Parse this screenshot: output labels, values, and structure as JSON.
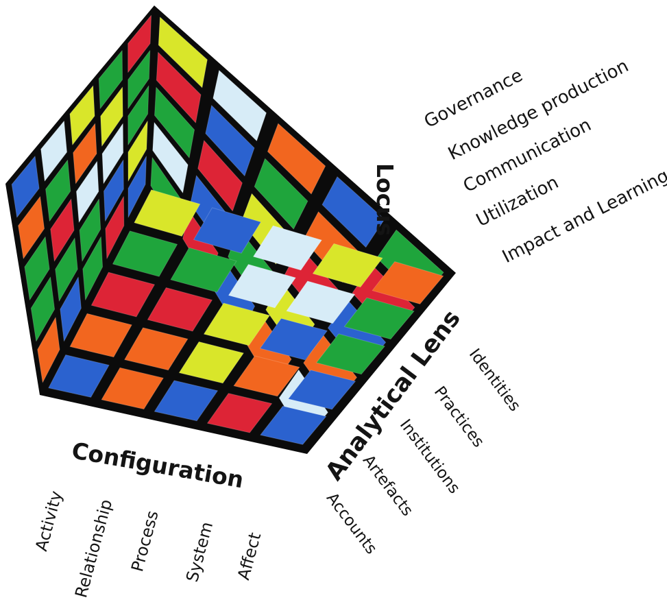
{
  "locus": {
    "heading": "Locus",
    "items": [
      "Governance",
      "Knowledge production",
      "Communication",
      "Utilization",
      "Impact and Learning"
    ]
  },
  "analytical_lens": {
    "heading": "Analytical Lens",
    "items": [
      "Identities",
      "Practices",
      "Institutions",
      "Artefacts",
      "Accounts"
    ]
  },
  "configuration": {
    "heading": "Configuration",
    "items": [
      "Activity",
      "Relationship",
      "Process",
      "System",
      "Affect"
    ]
  },
  "cube": {
    "faces": {
      "left": [
        [
          "red",
          "green",
          "green",
          "yellow",
          "blue"
        ],
        [
          "green",
          "yellow",
          "white",
          "blue",
          "red"
        ],
        [
          "yellow",
          "orange",
          "white",
          "green",
          "green"
        ],
        [
          "white",
          "green",
          "red",
          "green",
          "blue"
        ],
        [
          "blue",
          "orange",
          "green",
          "green",
          "orange"
        ]
      ],
      "top": [
        [
          "yellow",
          "white",
          "orange",
          "blue",
          "green"
        ],
        [
          "red",
          "blue",
          "green",
          "orange",
          "red"
        ],
        [
          "green",
          "red",
          "yellow",
          "red",
          "blue"
        ],
        [
          "white",
          "blue",
          "green",
          "yellow",
          "orange"
        ],
        [
          "green",
          "red",
          "blue",
          "orange",
          "white"
        ]
      ],
      "front": [
        [
          "yellow",
          "blue",
          "white",
          "yellow",
          "orange"
        ],
        [
          "green",
          "green",
          "white",
          "white",
          "green"
        ],
        [
          "red",
          "red",
          "yellow",
          "blue",
          "green"
        ],
        [
          "orange",
          "orange",
          "yellow",
          "orange",
          "blue"
        ],
        [
          "blue",
          "orange",
          "blue",
          "red",
          "blue"
        ]
      ]
    },
    "colors": {
      "red": "#dd2436",
      "green": "#1fa53c",
      "blue": "#2b62cf",
      "yellow": "#d9e62a",
      "orange": "#f2661f",
      "white": "#d7ecf7",
      "body": "#0b0b0b"
    }
  }
}
